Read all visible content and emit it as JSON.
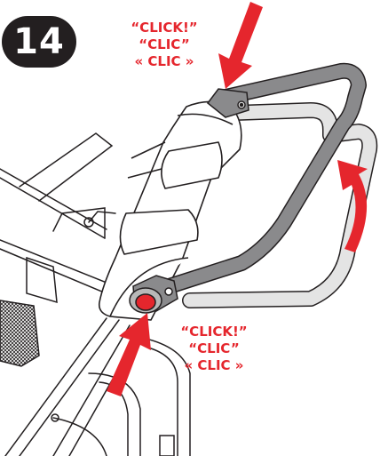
{
  "step": {
    "number": "14"
  },
  "sounds": {
    "top": {
      "en": "“CLICK!”",
      "fr": "“CLIC”",
      "fr_alt": "« CLIC »"
    },
    "bottom": {
      "en": "“CLICK!”",
      "fr": "“CLIC”",
      "fr_alt": "« CLIC »"
    }
  },
  "colors": {
    "arrow": "#e5262d",
    "handlebar": "#8a8a8c",
    "ghost_handlebar": "#e4e4e4",
    "outline": "#231f20",
    "badge": "#231f20"
  }
}
